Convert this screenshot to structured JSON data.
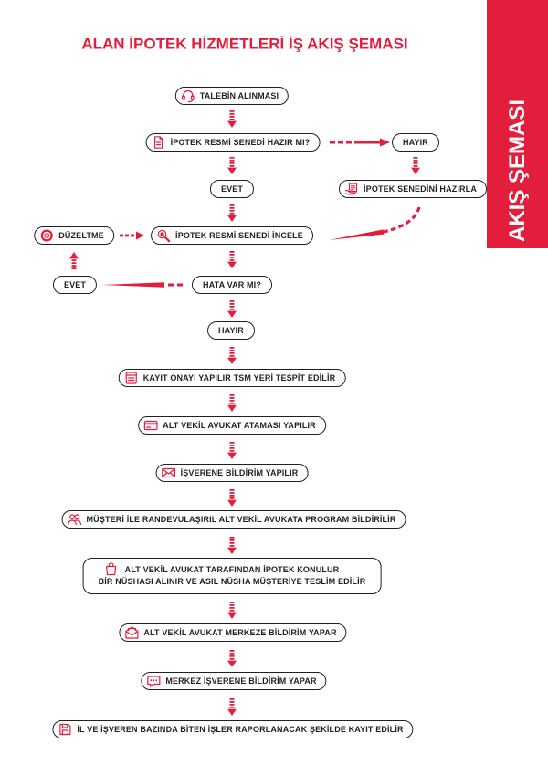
{
  "title": "ALAN İPOTEK HİZMETLERİ İŞ AKIŞ ŞEMASI",
  "side_tab": "AKIŞ ŞEMASI",
  "colors": {
    "accent": "#e31e3c",
    "ink": "#231f20",
    "paper": "#ffffff"
  },
  "flow": {
    "talep": {
      "label": "TALEBİN ALINMASI",
      "icon": "headset-icon"
    },
    "hazir_mi": {
      "label": "İPOTEK RESMİ SENEDİ HAZIR MI?",
      "icon": "document-icon"
    },
    "hazir_mi_hayir": {
      "label": "HAYIR"
    },
    "hazirla": {
      "label": "İPOTEK SENEDİNİ HAZIRLA",
      "icon": "hand-document-icon"
    },
    "hazir_mi_evet": {
      "label": "EVET"
    },
    "incele": {
      "label": "İPOTEK RESMİ SENEDİ İNCELE",
      "icon": "magnifier-icon"
    },
    "duzeltme": {
      "label": "DÜZELTME",
      "icon": "gear-icon"
    },
    "hata_var_mi": {
      "label": "HATA VAR MI?"
    },
    "hata_evet": {
      "label": "EVET"
    },
    "hata_hayir": {
      "label": "HAYIR"
    },
    "kayit_onayi": {
      "label": "KAYIT ONAYI YAPILIR TSM YERİ TESPİT EDİLİR",
      "icon": "form-icon"
    },
    "atama": {
      "label": "ALT VEKİL AVUKAT ATAMASI YAPILIR",
      "icon": "card-icon"
    },
    "isverene_bildirim": {
      "label": "İŞVERENE BİLDİRİM YAPILIR",
      "icon": "envelope-icon"
    },
    "randevu": {
      "label": "MÜŞTERİ İLE RANDEVULAŞIRIL ALT VEKİL AVUKATA PROGRAM BİLDİRİLİR",
      "icon": "people-icon"
    },
    "ipotek_konulur": {
      "lines": [
        "ALT VEKİL AVUKAT TARAFINDAN İPOTEK KONULUR",
        "BİR NÜSHASI ALINIR VE ASIL NÜSHA MÜŞTERİYE TESLİM EDİLİR"
      ],
      "icon": "bag-icon"
    },
    "merkeze_bildirim": {
      "label": "ALT VEKİL AVUKAT MERKEZE BİLDİRİM YAPAR",
      "icon": "open-envelope-icon"
    },
    "merkez_isverene": {
      "label": "MERKEZ İŞVERENE BİLDİRİM YAPAR",
      "icon": "chat-icon"
    },
    "raporlama": {
      "label": "İL VE İŞVEREN BAZINDA BİTEN İŞLER RAPORLANACAK ŞEKİLDE KAYIT EDİLİR",
      "icon": "save-icon"
    }
  }
}
